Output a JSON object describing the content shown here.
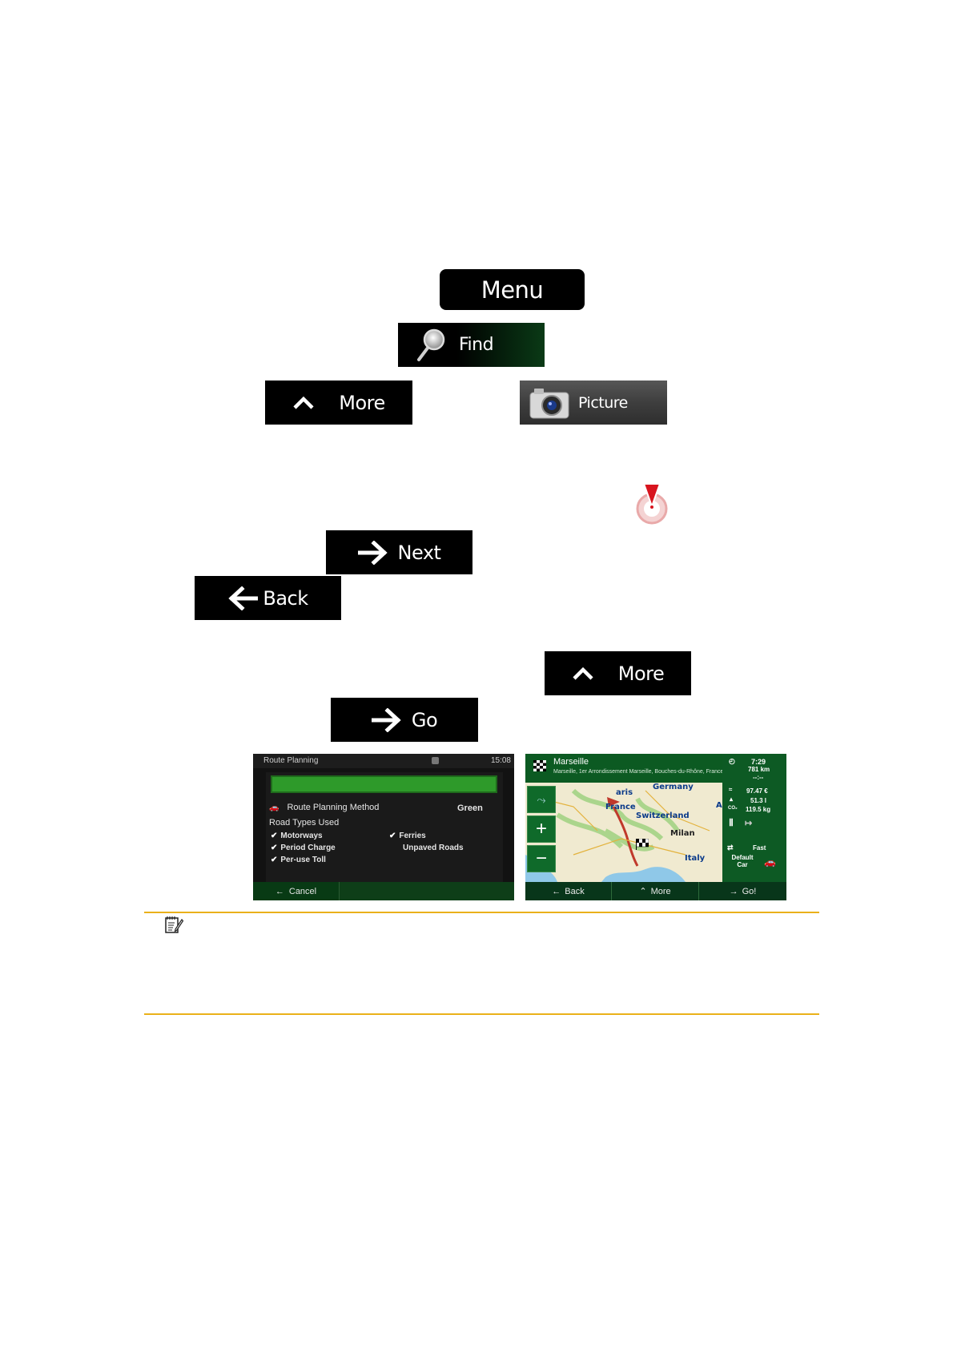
{
  "buttons": {
    "menu": "Menu",
    "find": "Find",
    "more_1": "More",
    "picture": "Picture",
    "next": "Next",
    "back": "Back",
    "more_2": "More",
    "go": "Go"
  },
  "route_planning_screen": {
    "title": "Route Planning",
    "time": "15:08",
    "method_label": "Route Planning Method",
    "method_value": "Green",
    "road_types_label": "Road Types Used",
    "roads_checked": [
      "Motorways",
      "Period Charge",
      "Per-use Toll",
      "Ferries"
    ],
    "roads_unchecked": [
      "Unpaved Roads"
    ],
    "cancel": "Cancel"
  },
  "route_map_screen": {
    "destination": "Marseille",
    "address": "Marseille, 1er Arrondissement Marseille, Bouches-du-Rhône, France",
    "map_labels": [
      "aris",
      "Germany",
      "France",
      "Switzerland",
      "Milan",
      "Italy",
      "A"
    ],
    "zoom_in": "+",
    "zoom_out": "−",
    "stats": {
      "time": "7:29",
      "distance": "781 km",
      "eta": "--:--",
      "cost": "97.47 €",
      "fuel": "51.3 l",
      "co2_label": "CO₂",
      "co2": "119.5 kg",
      "method": "Fast",
      "vehicle": "Default Car"
    },
    "back": "Back",
    "more": "More",
    "go": "Go!"
  },
  "colors": {
    "note_rule": "#eab11a",
    "button_bg": "#000000",
    "map_green": "#0c5a22"
  }
}
